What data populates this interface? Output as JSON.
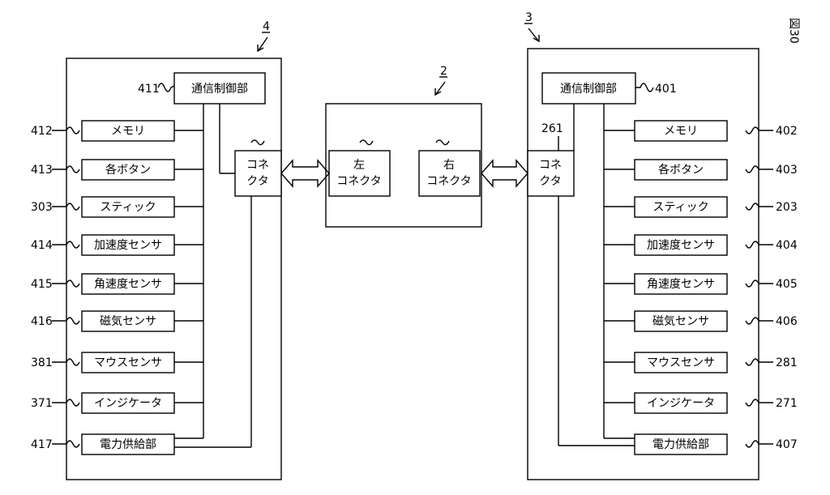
{
  "figure": {
    "label": "図30"
  },
  "device_left": {
    "ref": "4",
    "comm": {
      "label": "通信制御部",
      "ref": "411"
    },
    "connector": {
      "line1": "コネ",
      "line2": "クタ"
    },
    "components": [
      {
        "label": "メモリ",
        "ref": "412"
      },
      {
        "label": "各ボタン",
        "ref": "413"
      },
      {
        "label": "スティック",
        "ref": "303"
      },
      {
        "label": "加速度センサ",
        "ref": "414"
      },
      {
        "label": "角速度センサ",
        "ref": "415"
      },
      {
        "label": "磁気センサ",
        "ref": "416"
      },
      {
        "label": "マウスセンサ",
        "ref": "381"
      },
      {
        "label": "インジケータ",
        "ref": "371"
      },
      {
        "label": "電力供給部",
        "ref": "417"
      }
    ]
  },
  "main_body": {
    "ref": "2",
    "left_connector": {
      "line1": "左",
      "line2": "コネクタ"
    },
    "right_connector": {
      "line1": "右",
      "line2": "コネクタ"
    }
  },
  "device_right": {
    "ref": "3",
    "comm": {
      "label": "通信制御部",
      "ref": "401"
    },
    "connector": {
      "line1": "コネ",
      "line2": "クタ",
      "ref": "261"
    },
    "components": [
      {
        "label": "メモリ",
        "ref": "402"
      },
      {
        "label": "各ボタン",
        "ref": "403"
      },
      {
        "label": "スティック",
        "ref": "203"
      },
      {
        "label": "加速度センサ",
        "ref": "404"
      },
      {
        "label": "角速度センサ",
        "ref": "405"
      },
      {
        "label": "磁気センサ",
        "ref": "406"
      },
      {
        "label": "マウスセンサ",
        "ref": "281"
      },
      {
        "label": "インジケータ",
        "ref": "271"
      },
      {
        "label": "電力供給部",
        "ref": "407"
      }
    ]
  }
}
